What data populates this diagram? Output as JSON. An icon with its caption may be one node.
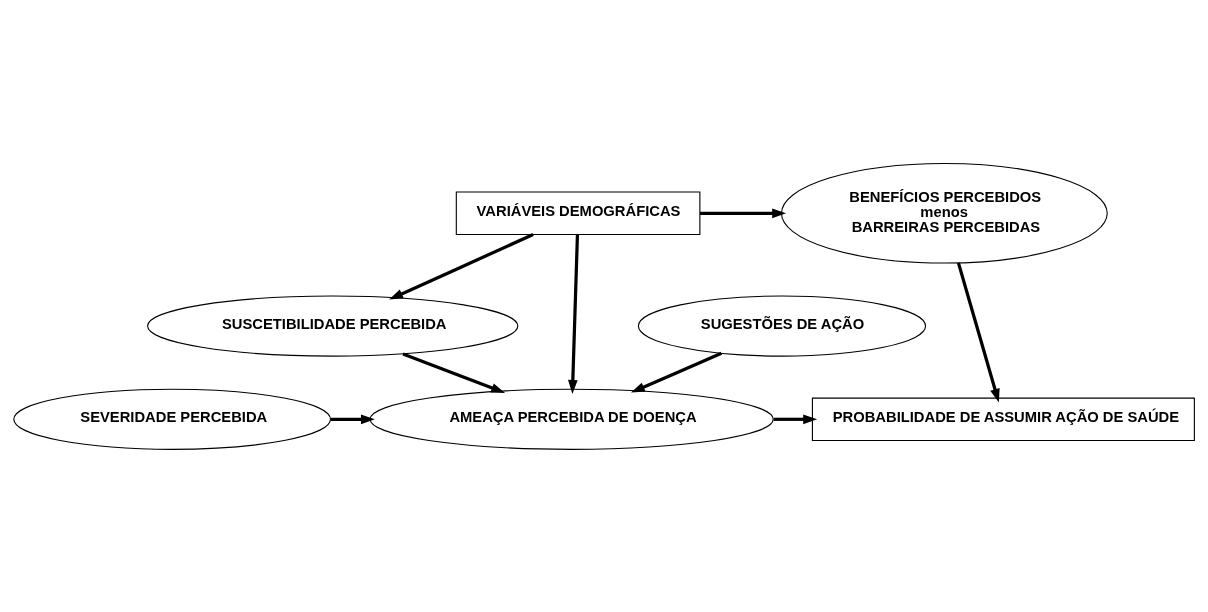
{
  "diagram": {
    "nodes": [
      {
        "text": [
          "VARIÁVEIS DEMOGRÁFICAS"
        ]
      },
      {
        "text": [
          "BENEFÍCIOS PERCEBIDOS",
          "menos",
          "BARREIRAS PERCEBIDAS"
        ]
      },
      {
        "text": [
          "SUSCETIBILIDADE PERCEBIDA"
        ]
      },
      {
        "text": [
          "AMEAÇA PERCEBIDA DE DOENÇA"
        ]
      },
      {
        "text": [
          "SEVERIDADE PERCEBIDA"
        ]
      },
      {
        "text": [
          "PROBABILIDADE DE ASSUMIR AÇÃO DE SAÚDE"
        ]
      },
      {
        "text": [
          "SUGESTÕES DE AÇÃO"
        ]
      }
    ],
    "edges": [
      {
        "from": 0,
        "to": 2,
        "arrow": "to"
      },
      {
        "from": 0,
        "to": 1,
        "arrow": "to"
      },
      {
        "from": 0,
        "to": 3,
        "arrow": "to"
      },
      {
        "from": 1,
        "to": 5,
        "arrow": "to"
      },
      {
        "from": 2,
        "to": 3,
        "arrow": "to"
      },
      {
        "from": 4,
        "to": 3,
        "arrow": "to"
      },
      {
        "from": 3,
        "to": 5,
        "arrow": "to"
      },
      {
        "from": 6,
        "to": 3,
        "arrow": "to"
      }
    ]
  }
}
